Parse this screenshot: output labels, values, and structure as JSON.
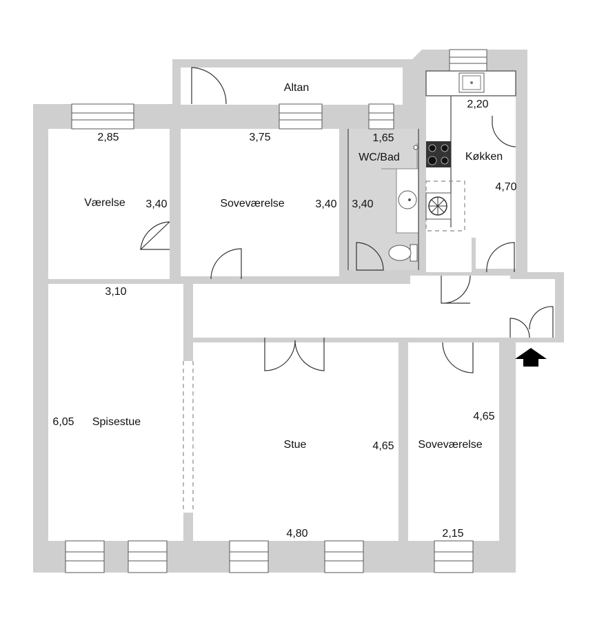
{
  "rooms": {
    "altan": {
      "name": "Altan"
    },
    "vaerelse": {
      "name": "Værelse",
      "width": "2,85",
      "depth": "3,40"
    },
    "sovevaerelse_top": {
      "name": "Soveværelse",
      "width": "3,75",
      "depth": "3,40"
    },
    "wc_bad": {
      "name": "WC/Bad",
      "width": "1,65",
      "depth": "3,40"
    },
    "kokken": {
      "name": "Køkken",
      "width": "2,20",
      "depth": "4,70"
    },
    "spisestue": {
      "name": "Spisestue",
      "width": "3,10",
      "depth": "6,05"
    },
    "stue": {
      "name": "Stue",
      "width": "4,80",
      "depth": "4,65"
    },
    "sovevaerelse_bottom": {
      "name": "Soveværelse",
      "width": "2,15",
      "depth": "4,65"
    }
  },
  "colors": {
    "wall": "#cfcfcf",
    "bathroom_floor": "#d6d6d6",
    "line": "#444444",
    "arrow": "#000000"
  },
  "icons": [
    "sink-icon",
    "stove-icon",
    "washbasin-icon",
    "toilet-icon",
    "fan-icon",
    "entrance-arrow-icon"
  ]
}
